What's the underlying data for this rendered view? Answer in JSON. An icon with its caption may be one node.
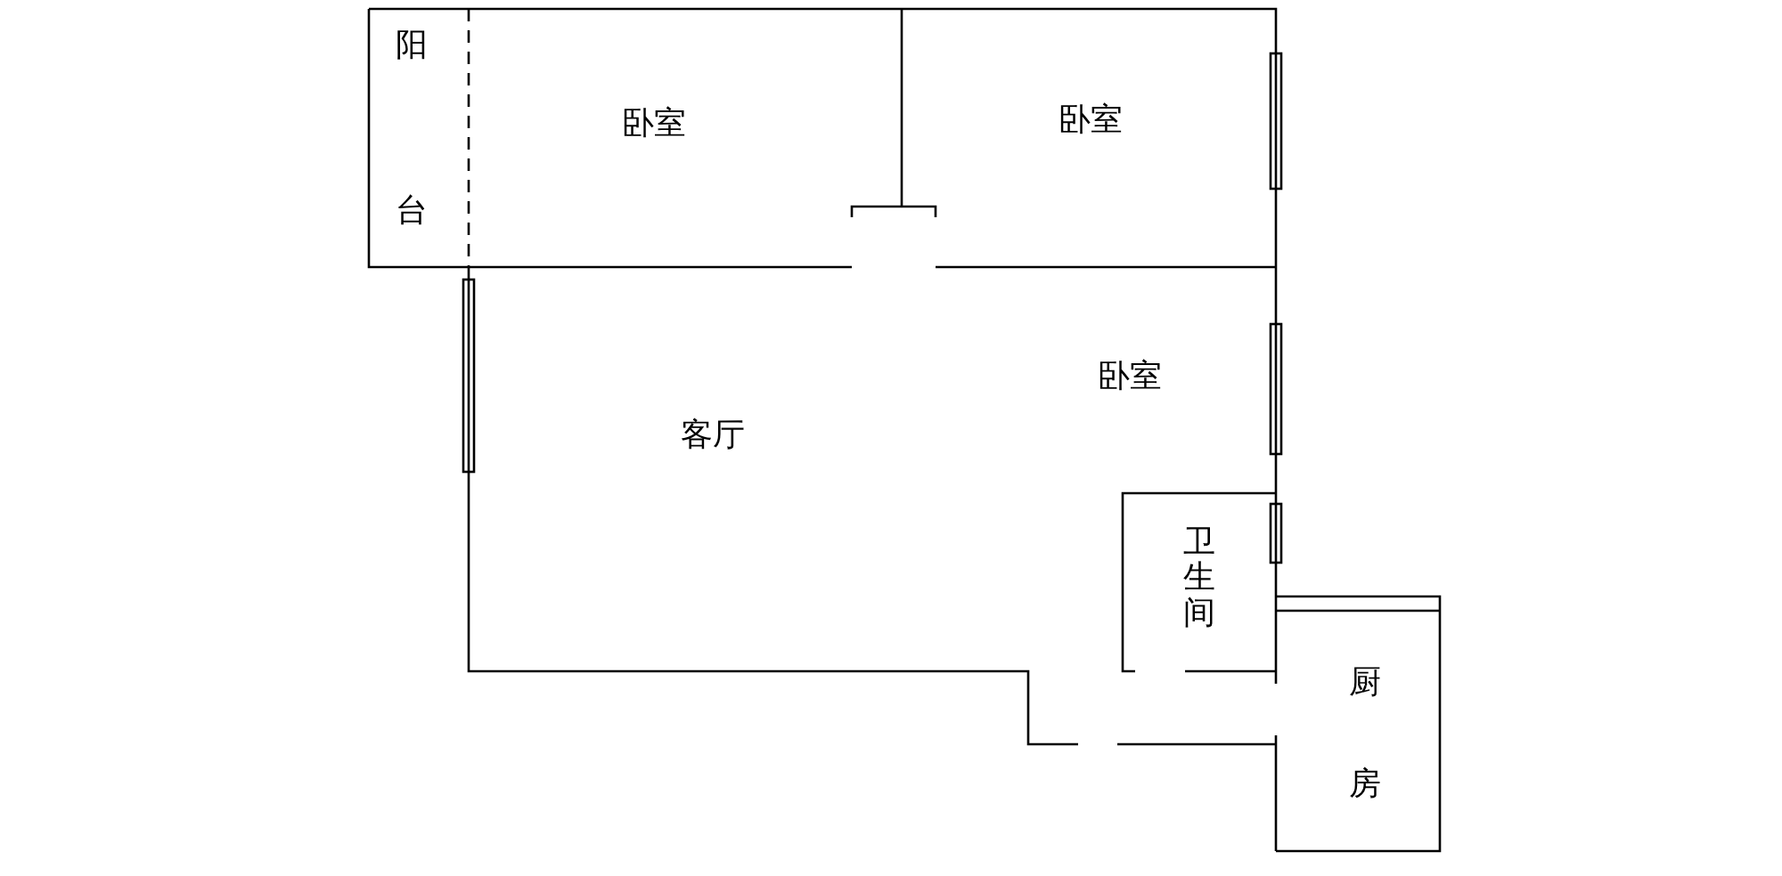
{
  "diagram": {
    "labels": [
      "阳台",
      "卧室",
      "卧室",
      "卧室",
      "客厅",
      "卫生间",
      "厨房"
    ]
  }
}
